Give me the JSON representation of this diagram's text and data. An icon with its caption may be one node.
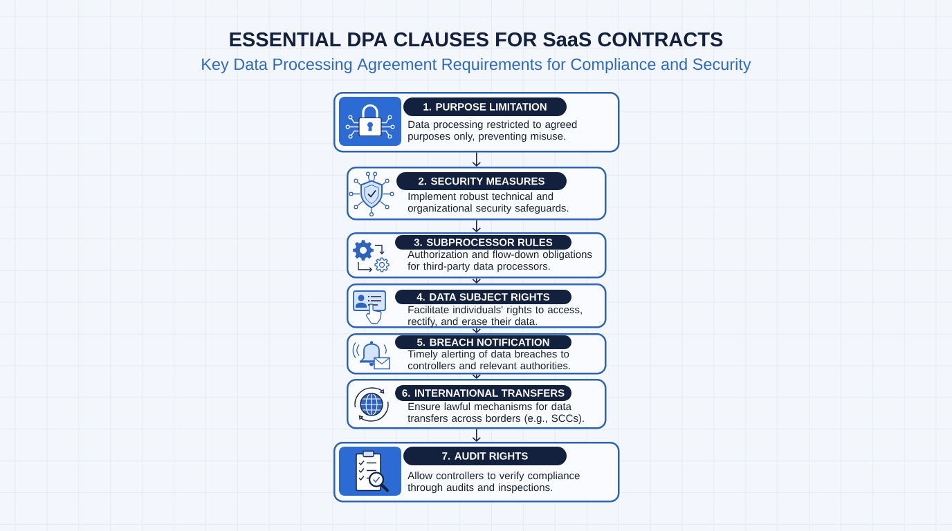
{
  "diagram": {
    "title": "ESSENTIAL DPA CLAUSES FOR SaaS CONTRACTS",
    "nodes": [
      {
        "text": [
          "1. PURPOSE LIMITATION",
          "Data processing restricted to agreed purposes only, preventing misuse."
        ]
      },
      {
        "text": [
          "2. SECURITY MEASURES",
          "Implement robust technical and organizational security safeguards."
        ]
      },
      {
        "text": [
          "3. SUBPROCESSOR RULES",
          "Authorization and flow-down obligations for third-party data processors."
        ]
      },
      {
        "text": [
          "4. DATA SUBJECT RIGHTS",
          "Facilitate individuals' rights to access, rectify, and erase their data."
        ]
      },
      {
        "text": [
          "5. BREACH NOTIFICATION",
          "Timely alerting of data breaches to controllers and relevant authorities."
        ]
      },
      {
        "text": [
          "6. INTERNATIONAL TRANSFERS",
          "Ensure lawful mechanisms for data transfers across borders (e.g., SCCs)."
        ]
      },
      {
        "text": [
          "7. AUDIT RIGHTS",
          "Allow controllers to verify compliance through audits and inspections."
        ]
      }
    ],
    "edges": [
      {
        "from": 0,
        "to": 1,
        "arrow": "to"
      },
      {
        "from": 1,
        "to": 2,
        "arrow": "to"
      },
      {
        "from": 2,
        "to": 3,
        "arrow": "to"
      },
      {
        "from": 3,
        "to": 4,
        "arrow": "to"
      },
      {
        "from": 4,
        "to": 5,
        "arrow": "to"
      },
      {
        "from": 5,
        "to": 6,
        "arrow": "to"
      }
    ],
    "labels": [
      "Key Data Processing Agreement Requirements for Compliance and Security"
    ]
  }
}
